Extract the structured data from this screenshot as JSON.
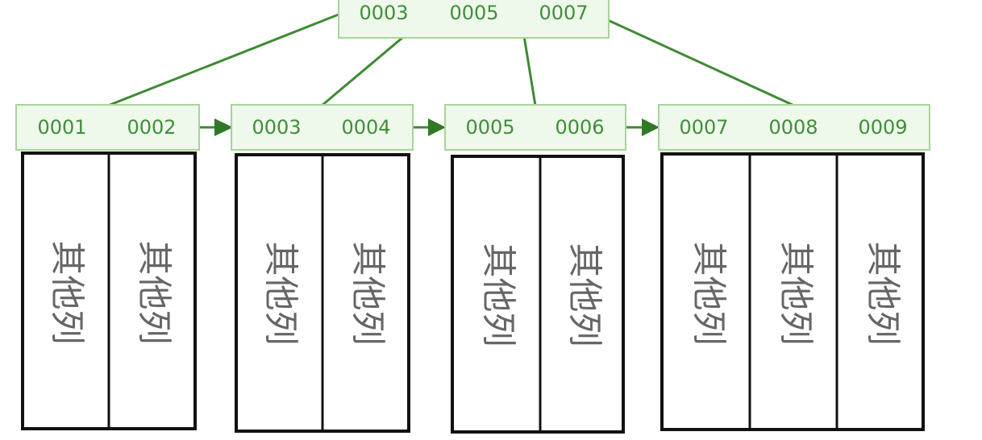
{
  "diagram": {
    "root": {
      "keys": [
        "0003",
        "0005",
        "0007"
      ]
    },
    "leaves": [
      {
        "keys": [
          "0001",
          "0002"
        ],
        "columns": [
          "其他列",
          "其他列"
        ]
      },
      {
        "keys": [
          "0003",
          "0004"
        ],
        "columns": [
          "其他列",
          "其他列"
        ]
      },
      {
        "keys": [
          "0005",
          "0006"
        ],
        "columns": [
          "其他列",
          "其他列"
        ]
      },
      {
        "keys": [
          "0007",
          "0008",
          "0009"
        ],
        "columns": [
          "其他列",
          "其他列",
          "其他列"
        ]
      }
    ],
    "colors": {
      "key_fill": "#eef8eb",
      "key_border": "#a8d49a",
      "key_text": "#3f8f38",
      "link": "#3f8a35",
      "record_border": "#111111",
      "column_text": "#666666"
    }
  }
}
